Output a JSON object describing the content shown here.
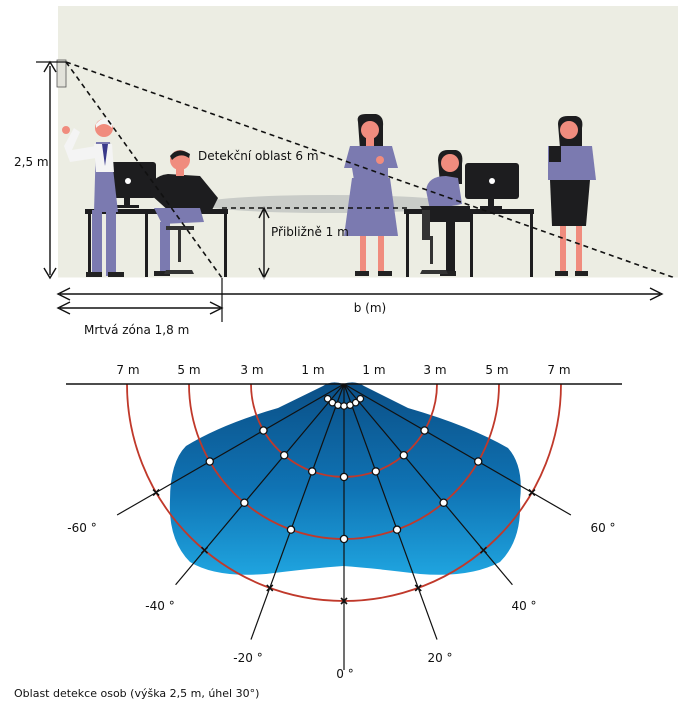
{
  "side_view": {
    "height_label": "2,5 m",
    "detection_area_label": "Detekční oblast 6 m",
    "approx_label": "Přibližně 1 m",
    "width_label": "b (m)",
    "dead_zone_label": "Mrtvá zóna 1,8 m"
  },
  "top_view": {
    "distance_labels_left": [
      "7 m",
      "5 m",
      "3 m",
      "1 m"
    ],
    "distance_labels_right": [
      "1 m",
      "3 m",
      "5 m",
      "7 m"
    ],
    "angle_labels": {
      "neg60": "-60 °",
      "neg40": "-40 °",
      "neg20": "-20 °",
      "zero": "0 °",
      "pos20": "20 °",
      "pos40": "40 °",
      "pos60": "60 °"
    },
    "colors": {
      "zone_dark": "#0b4f86",
      "zone_light": "#1fa4df",
      "ring": "#c0392b"
    }
  },
  "caption": "Oblast detekce osob (výška 2,5 m, úhel 30°)"
}
